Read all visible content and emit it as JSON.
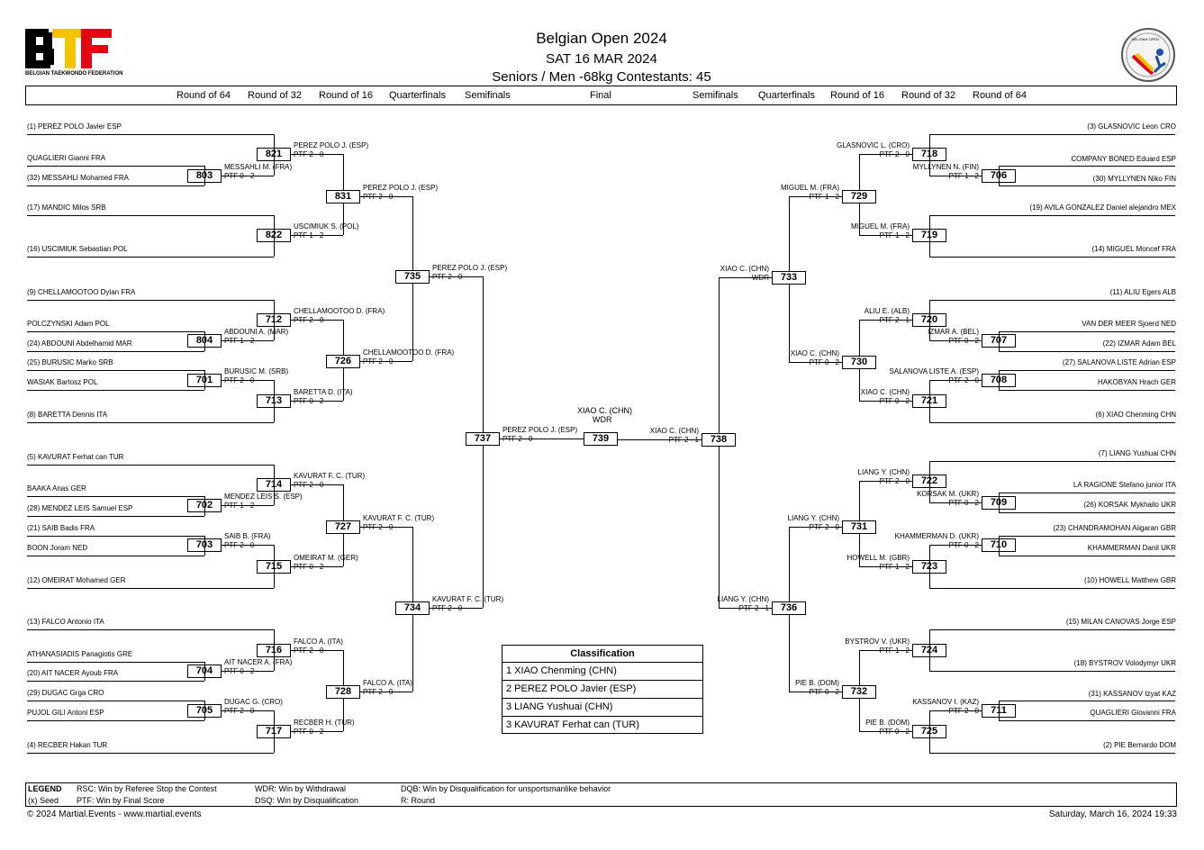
{
  "header": {
    "event": "Belgian Open 2024",
    "date": "SAT 16 MAR 2024",
    "category": "Seniors / Men -68kg   Contestants: 45",
    "left_logo_text": "BELGIAN TAEKWONDO FEDERATION",
    "right_logo_text": "BELGIAN OPEN"
  },
  "rounds_left": [
    "Round of 64",
    "Round of 32",
    "Round of 16",
    "Quarterfinals",
    "Semifinals"
  ],
  "round_final": "Final",
  "rounds_right": [
    "Semifinals",
    "Quarterfinals",
    "Round of 16",
    "Round of 32",
    "Round of 64"
  ],
  "left_players": [
    {
      "name": "(1) PEREZ POLO Javier ESP"
    },
    {
      "name": "QUAGLIERI Gianni FRA"
    },
    {
      "name": "(32) MESSAHLI Mohamed FRA"
    },
    {
      "name": "(17) MANDIC Milos SRB"
    },
    {
      "name": "(16) USCIMIUK Sebastian POL"
    },
    {
      "name": "(9) CHELLAMOOTOO Dylan FRA"
    },
    {
      "name": "POLCZYNSKI Adam POL"
    },
    {
      "name": "(24) ABDOUNI Abdelhamid MAR"
    },
    {
      "name": "(25) BURUSIC Marko SRB"
    },
    {
      "name": "WASIAK Bartosz POL"
    },
    {
      "name": "(8) BARETTA Dennis ITA"
    },
    {
      "name": "(5) KAVURAT Ferhat can TUR"
    },
    {
      "name": "BAAKA Anas GER"
    },
    {
      "name": "(28) MENDEZ LEIS Samuel ESP"
    },
    {
      "name": "(21) SAIB Badis FRA"
    },
    {
      "name": "BOON Joram NED"
    },
    {
      "name": "(12) OMEIRAT Mohamed GER"
    },
    {
      "name": "(13) FALCO Antonio ITA"
    },
    {
      "name": "ATHANASIADIS Panagiotis GRE"
    },
    {
      "name": "(20) AIT NACER Ayoub FRA"
    },
    {
      "name": "(29) DUGAC Grga CRO"
    },
    {
      "name": "PUJOL GILI Antoni ESP"
    },
    {
      "name": "(4) RECBER Hakan TUR"
    }
  ],
  "right_players": [
    {
      "name": "(3) GLASNOVIC Leon CRO"
    },
    {
      "name": "COMPANY BONED Eduard ESP"
    },
    {
      "name": "(30) MYLLYNEN Niko FIN"
    },
    {
      "name": "(19) AVILA GONZALEZ Daniel alejandro MEX"
    },
    {
      "name": "(14) MIGUEL Moncef FRA"
    },
    {
      "name": "(11) ALIU Egers ALB"
    },
    {
      "name": "VAN DER MEER Sjoerd NED"
    },
    {
      "name": "(22) IZMAR Adam BEL"
    },
    {
      "name": "(27) SALANOVA LISTE Adrian ESP"
    },
    {
      "name": "HAKOBYAN Hrach GER"
    },
    {
      "name": "(6) XIAO Chenming CHN"
    },
    {
      "name": "(7) LIANG Yushuai CHN"
    },
    {
      "name": "LA RAGIONE Stefano junior ITA"
    },
    {
      "name": "(26) KORSAK Mykhailo UKR"
    },
    {
      "name": "(23) CHANDRAMOHAN Aiigaran GBR"
    },
    {
      "name": "KHAMMERMAN Danil UKR"
    },
    {
      "name": "(10) HOWELL Matthew GBR"
    },
    {
      "name": "(15) MILAN CANOVAS Jorge ESP"
    },
    {
      "name": "(18) BYSTROV Volodymyr UKR"
    },
    {
      "name": "(31) KASSANOV Izyat KAZ"
    },
    {
      "name": "QUAGLIERI Giovanni FRA"
    },
    {
      "name": "(2) PIE Bernardo DOM"
    }
  ],
  "matches": [
    {
      "id": "803",
      "winner": "MESSAHLI M. (FRA)",
      "score": "PTF 0 - 2"
    },
    {
      "id": "821",
      "winner": "PEREZ POLO J. (ESP)",
      "score": "PTF 2 - 0"
    },
    {
      "id": "822",
      "winner": "USCIMIUK S. (POL)",
      "score": "PTF 1 - 2"
    },
    {
      "id": "831",
      "winner": "PEREZ POLO J. (ESP)",
      "score": "PTF 2 - 0"
    },
    {
      "id": "804",
      "winner": "ABDOUNI A. (MAR)",
      "score": "PTF 1 - 2"
    },
    {
      "id": "712",
      "winner": "CHELLAMOOTOO D. (FRA)",
      "score": "PTF 2 - 0"
    },
    {
      "id": "701",
      "winner": "BURUSIC M. (SRB)",
      "score": "PTF 2 - 0"
    },
    {
      "id": "713",
      "winner": "BARETTA D. (ITA)",
      "score": "PTF 0 - 2"
    },
    {
      "id": "726",
      "winner": "CHELLAMOOTOO D. (FRA)",
      "score": "PTF 2 - 0"
    },
    {
      "id": "735",
      "winner": "PEREZ POLO J. (ESP)",
      "score": "PTF 2 - 0"
    },
    {
      "id": "702",
      "winner": "MENDEZ LEIS S. (ESP)",
      "score": "PTF 1 - 2"
    },
    {
      "id": "714",
      "winner": "KAVURAT F. C. (TUR)",
      "score": "PTF 2 - 0"
    },
    {
      "id": "703",
      "winner": "SAIB B. (FRA)",
      "score": "PTF 2 - 0"
    },
    {
      "id": "715",
      "winner": "OMEIRAT M. (GER)",
      "score": "PTF 0 - 2"
    },
    {
      "id": "727",
      "winner": "KAVURAT F. C. (TUR)",
      "score": "PTF 2 - 0"
    },
    {
      "id": "704",
      "winner": "AIT NACER A. (FRA)",
      "score": "PTF 0 - 2"
    },
    {
      "id": "716",
      "winner": "FALCO A. (ITA)",
      "score": "PTF 2 - 0"
    },
    {
      "id": "705",
      "winner": "DUGAC G. (CRO)",
      "score": "PTF 2 - 0"
    },
    {
      "id": "717",
      "winner": "RECBER H. (TUR)",
      "score": "PTF 0 - 2"
    },
    {
      "id": "728",
      "winner": "FALCO A. (ITA)",
      "score": "PTF 2 - 0"
    },
    {
      "id": "734",
      "winner": "KAVURAT F. C. (TUR)",
      "score": "PTF 2 - 0"
    },
    {
      "id": "737",
      "winner": "PEREZ POLO J. (ESP)",
      "score": "PTF 2 - 0"
    },
    {
      "id": "739",
      "winner": "XIAO C. (CHN)",
      "score": "WDR"
    },
    {
      "id": "738",
      "winner": "XIAO C. (CHN)",
      "score": "PTF 2 - 1"
    },
    {
      "id": "718",
      "winner": "GLASNOVIC L. (CRO)",
      "score": "PTF 2 - 0"
    },
    {
      "id": "706",
      "winner": "MYLLYNEN N. (FIN)",
      "score": "PTF 1 - 2"
    },
    {
      "id": "729",
      "winner": "MIGUEL M. (FRA)",
      "score": "PTF 1 - 2"
    },
    {
      "id": "719",
      "winner": "MIGUEL M. (FRA)",
      "score": "PTF 1 - 2"
    },
    {
      "id": "733",
      "winner": "XIAO C. (CHN)",
      "score": "WDR"
    },
    {
      "id": "720",
      "winner": "ALIU E. (ALB)",
      "score": "PTF 2 - 1"
    },
    {
      "id": "707",
      "winner": "IZMAR A. (BEL)",
      "score": "PTF 0 - 2"
    },
    {
      "id": "730",
      "winner": "XIAO C. (CHN)",
      "score": "PTF 0 - 2"
    },
    {
      "id": "708",
      "winner": "SALANOVA LISTE A. (ESP)",
      "score": "PTF 2 - 0"
    },
    {
      "id": "721",
      "winner": "XIAO C. (CHN)",
      "score": "PTF 0 - 2"
    },
    {
      "id": "722",
      "winner": "LIANG Y. (CHN)",
      "score": "PTF 2 - 0"
    },
    {
      "id": "709",
      "winner": "KORSAK M. (UKR)",
      "score": "PTF 0 - 2"
    },
    {
      "id": "731",
      "winner": "LIANG Y. (CHN)",
      "score": "PTF 2 - 0"
    },
    {
      "id": "710",
      "winner": "KHAMMERMAN D. (UKR)",
      "score": "PTF 0 - 2"
    },
    {
      "id": "723",
      "winner": "HOWELL M. (GBR)",
      "score": "PTF 1 - 2"
    },
    {
      "id": "736",
      "winner": "LIANG Y. (CHN)",
      "score": "PTF 2 - 1"
    },
    {
      "id": "724",
      "winner": "BYSTROV V. (UKR)",
      "score": "PTF 1 - 2"
    },
    {
      "id": "732",
      "winner": "PIE B. (DOM)",
      "score": "PTF 0 - 2"
    },
    {
      "id": "711",
      "winner": "KASSANOV I. (KAZ)",
      "score": "PTF 2 - 0"
    },
    {
      "id": "725",
      "winner": "PIE B. (DOM)",
      "score": "PTF 0 - 2"
    }
  ],
  "classification": {
    "title": "Classification",
    "rows": [
      "1  XIAO Chenming (CHN)",
      "2  PEREZ POLO Javier (ESP)",
      "3  LIANG Yushuai (CHN)",
      "3  KAVURAT Ferhat can (TUR)"
    ]
  },
  "legend": {
    "title": "LEGEND",
    "seed": "(x) Seed",
    "rsc": "RSC: Win by Referee Stop the Contest",
    "ptf": "PTF: Win by Final Score",
    "wdr": "WDR: Win by Withdrawal",
    "dsq": "DSQ: Win by Disqualification",
    "dqb": "DQB: Win by Disqualification for unsportsmanlike behavior",
    "r": "R: Round"
  },
  "footer": {
    "copyright": "© 2024 Martial.Events - www.martial.events",
    "timestamp": "Saturday, March 16, 2024 19:33"
  }
}
